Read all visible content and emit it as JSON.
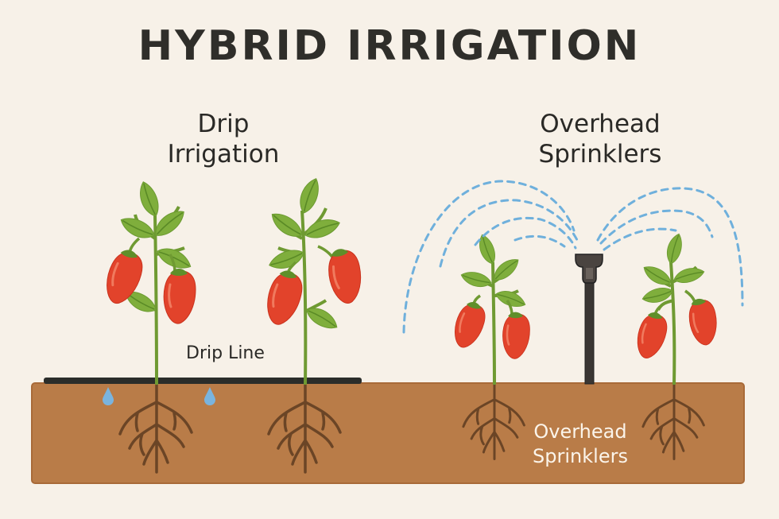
{
  "title": "HYBRID IRRIGATION",
  "sections": {
    "drip": {
      "heading_line1": "Drip",
      "heading_line2": "Irrigation",
      "line_label": "Drip Line",
      "plant_count": 2,
      "droplet_count": 2
    },
    "overhead": {
      "heading_line1": "Overhead",
      "heading_line2": "Sprinklers",
      "plant_count": 2,
      "sprinkler_count": 1
    }
  },
  "soil": {
    "label_line1": "Overhead",
    "label_line2": "Sprinklers"
  },
  "colors": {
    "background": "#f7f1e8",
    "soil": "#b97c48",
    "soil_edge": "#a86a38",
    "root": "#6b4526",
    "stem": "#6f9a32",
    "leaf": "#7fae3c",
    "leaf_vein": "#5a8a26",
    "pepper": "#e2432b",
    "pepper_highlight": "#f07a5e",
    "drip_line": "#2b2d2a",
    "sprinkler": "#3a3633",
    "water": "#6fb0dc"
  }
}
